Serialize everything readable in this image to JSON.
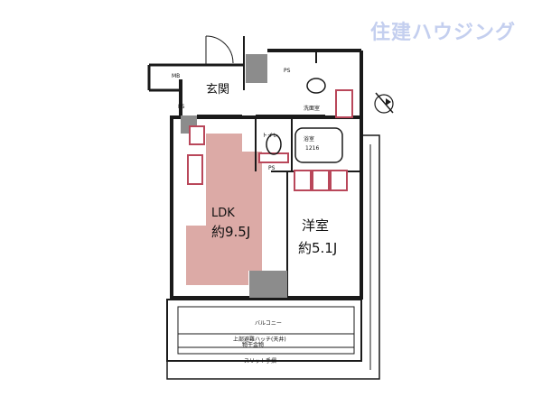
{
  "logo": {
    "text": "住建ハウジング",
    "color": "#c4cfef"
  },
  "rooms": {
    "mb": "MB",
    "entrance": "玄関",
    "ps_left": "PS",
    "ps_top": "PS",
    "ps_toilet": "PS",
    "washroom": "洗面室",
    "toilet": "トイレ",
    "bathroom": "浴室",
    "bathroom_size": "1216",
    "ldk": "LDK",
    "ldk_area": "約9.5J",
    "western": "洋室",
    "western_area": "約5.1J",
    "balcony": "バルコニー",
    "balcony_note1": "上部避難ハッチ(天井)",
    "balcony_note2": "物干金物",
    "balcony_note3": "スリット手摺"
  },
  "compass": {
    "icon": "north-arrow-icon"
  },
  "colors": {
    "ldk_floor": "#dcaaa6",
    "wall": "#1a1a1a",
    "closet": "#b9475a",
    "shaded": "#8c8c8c"
  }
}
